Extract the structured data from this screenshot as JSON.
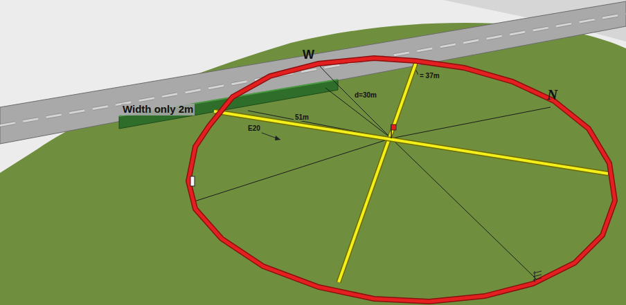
{
  "diagram": {
    "labels": [
      "W",
      "N",
      "Width only 2m",
      "d=30m",
      "= 37m",
      "51m",
      "E20"
    ]
  }
}
